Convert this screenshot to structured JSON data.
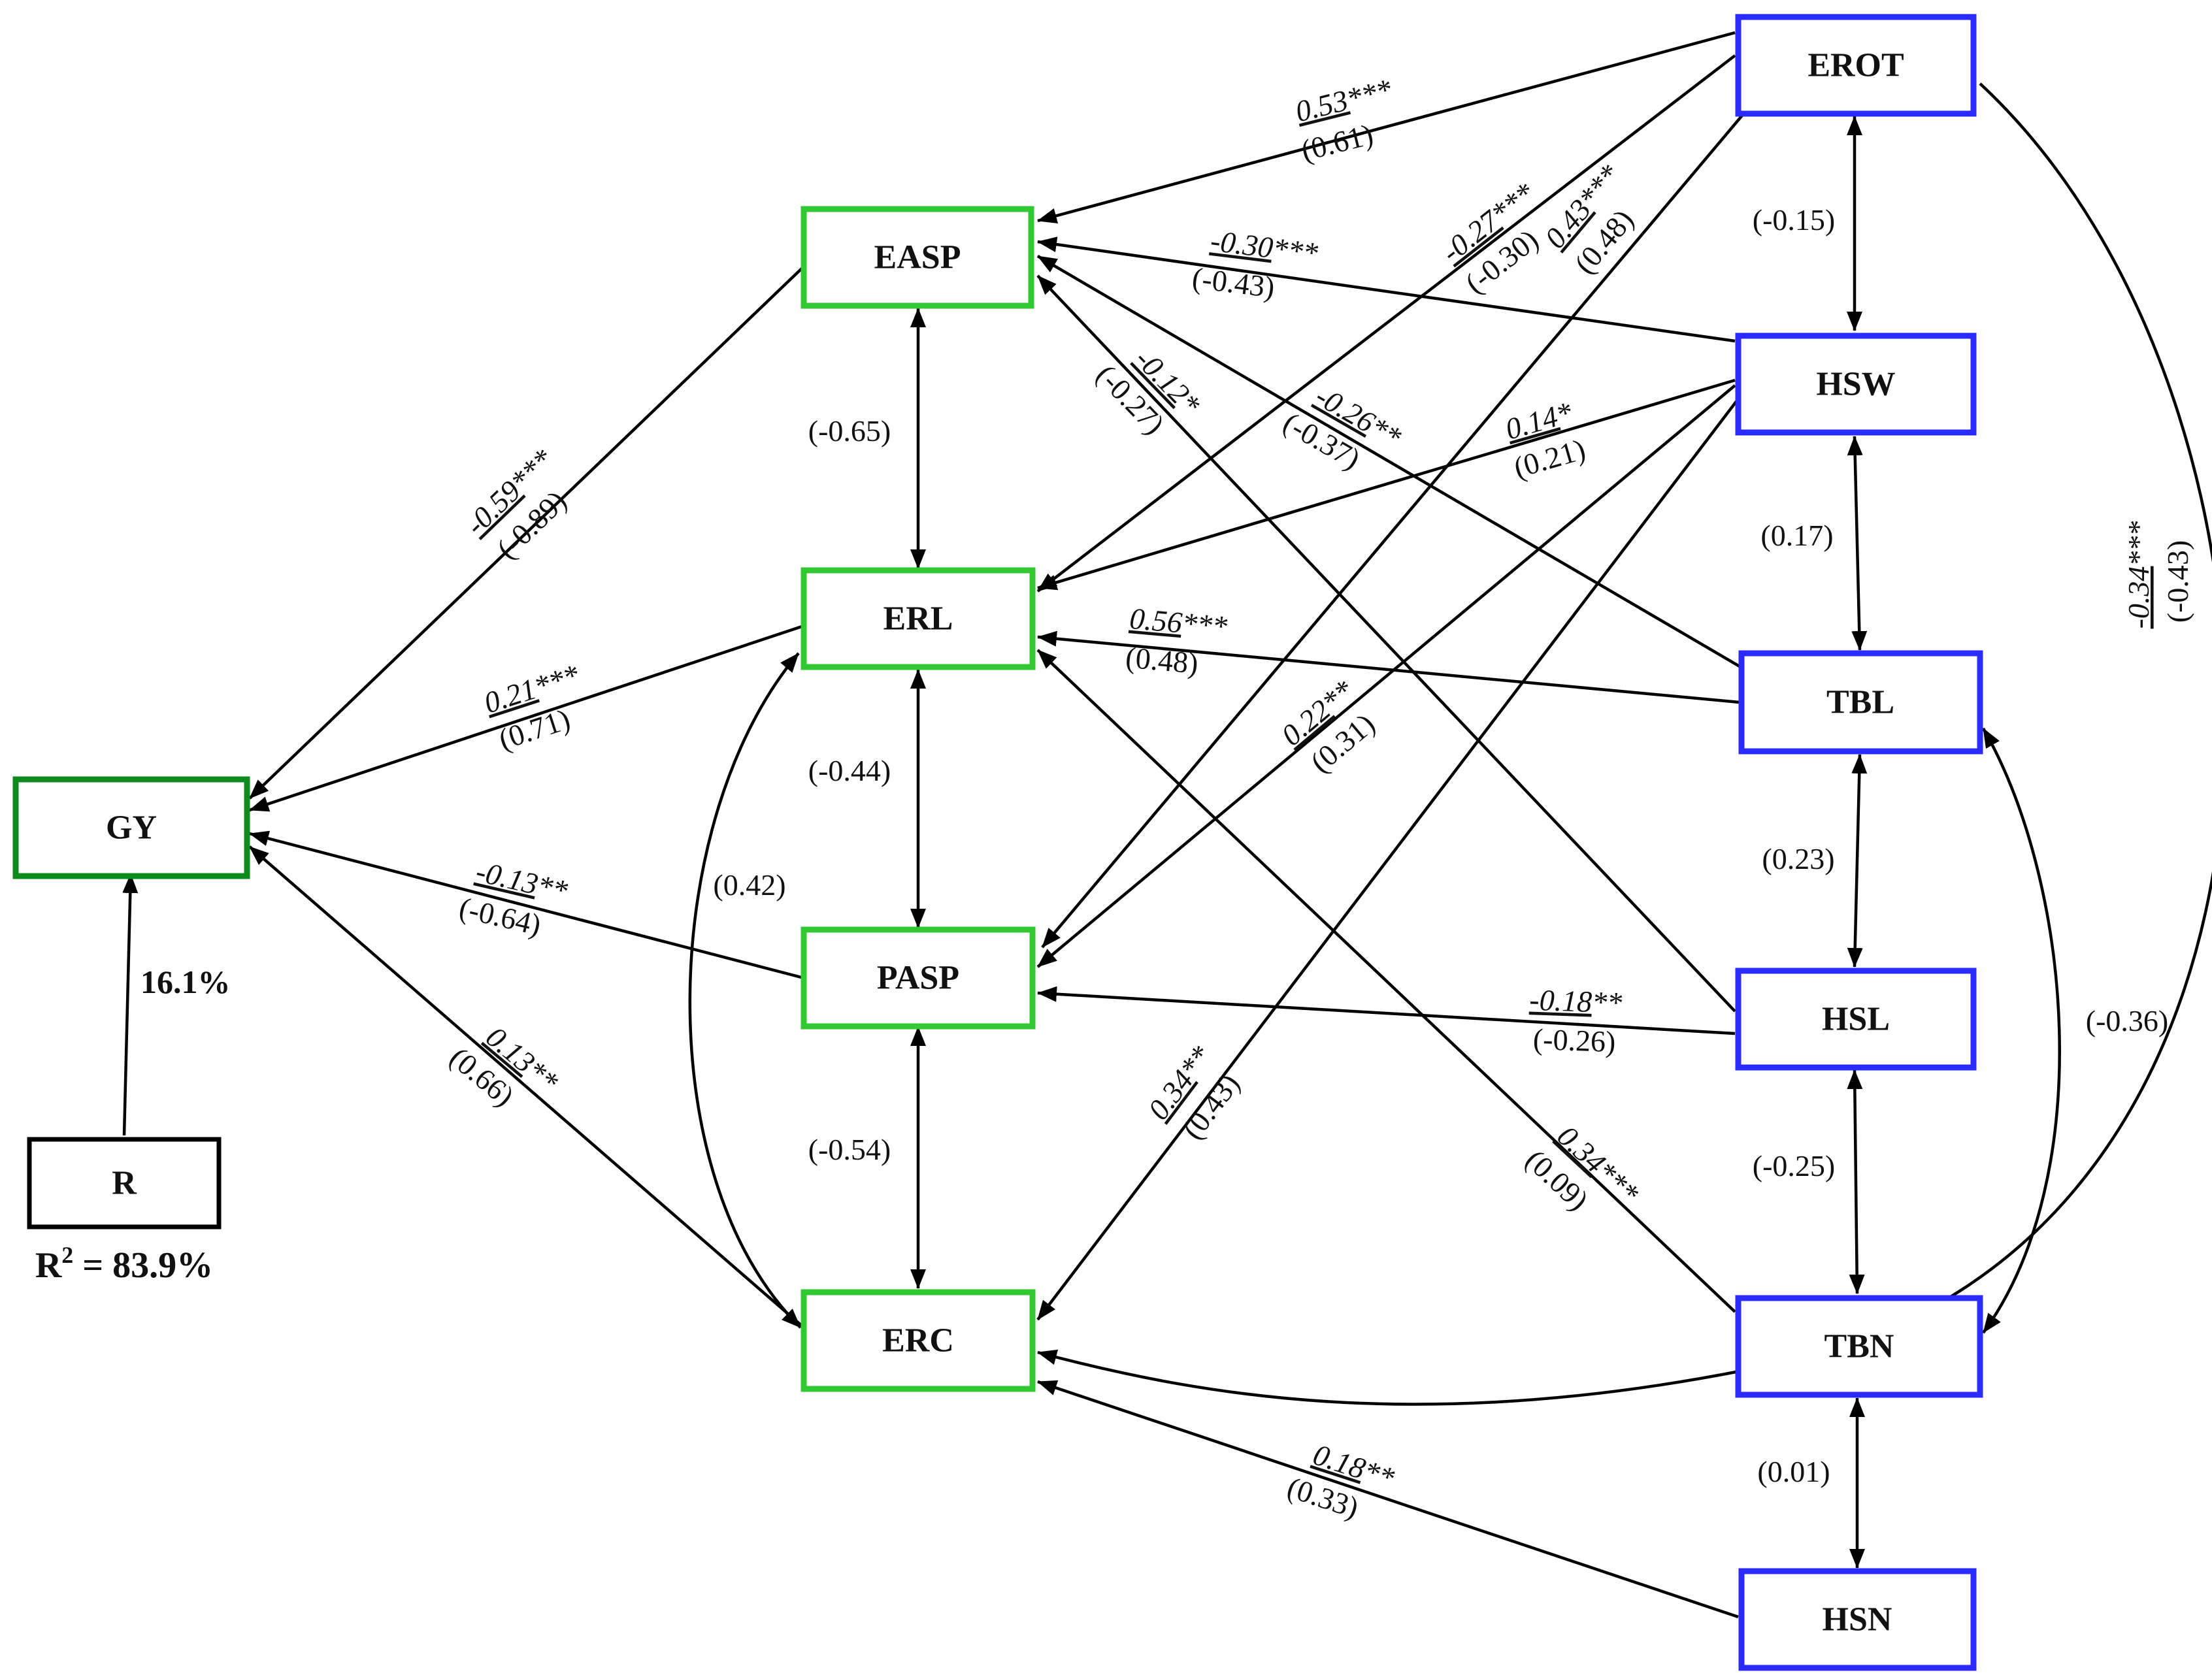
{
  "colors": {
    "gy": "#0f8a1c",
    "green": "#32c832",
    "blue": "#2b2bff",
    "black": "#000000"
  },
  "nodes": {
    "EROT": "EROT",
    "HSW": "HSW",
    "TBL": "TBL",
    "HSL": "HSL",
    "TBN": "TBN",
    "HSN": "HSN",
    "EASP": "EASP",
    "ERL": "ERL",
    "PASP": "PASP",
    "ERC": "ERC",
    "GY": "GY",
    "R": "R"
  },
  "r_to_gy": "16.1%",
  "r_squared": {
    "prefix": "R",
    "sup": "2",
    "suffix": " = 83.9%"
  },
  "paths": {
    "EROT_EASP": {
      "coef": "0.53",
      "sig": "***",
      "corr": "(0.61)"
    },
    "EROT_ERL": {
      "coef": "-0.27",
      "sig": "***",
      "corr": "(-0.30)"
    },
    "EROT_PASP": {
      "coef": "0.43",
      "sig": "***",
      "corr": "(0.48)"
    },
    "EROT_ERC": {
      "coef": "-0.34",
      "sig": "***",
      "corr": "(-0.43)"
    },
    "HSW_EASP": {
      "coef": "-0.30",
      "sig": "***",
      "corr": "(-0.43)"
    },
    "HSW_ERL": {
      "coef": "0.14",
      "sig": "*",
      "corr": "(0.21)"
    },
    "HSW_PASP": {
      "coef": "0.22",
      "sig": "**",
      "corr": "(0.31)"
    },
    "HSW_ERC": {
      "coef": "0.34",
      "sig": "**",
      "corr": "(0.43)"
    },
    "TBL_EASP": {
      "coef": "-0.26",
      "sig": "**",
      "corr": "(-0.37)"
    },
    "TBL_ERL": {
      "coef": "0.56",
      "sig": "***",
      "corr": "(0.48)"
    },
    "HSL_EASP": {
      "coef": "-0.12",
      "sig": "*",
      "corr": "(-0.27)"
    },
    "HSL_PASP": {
      "coef": "-0.18",
      "sig": "**",
      "corr": "(-0.26)"
    },
    "TBN_ERL": {
      "coef": "0.34",
      "sig": "***",
      "corr": "(0.09)"
    },
    "HSN_ERC": {
      "coef": "0.18",
      "sig": "**",
      "corr": "(0.33)"
    },
    "EASP_GY": {
      "coef": "-0.59",
      "sig": "***",
      "corr": "(-0.89)"
    },
    "ERL_GY": {
      "coef": "0.21",
      "sig": "***",
      "corr": "(0.71)"
    },
    "PASP_GY": {
      "coef": "-0.13",
      "sig": "**",
      "corr": "(-0.64)"
    },
    "ERC_GY": {
      "coef": "0.13",
      "sig": "**",
      "corr": "(0.66)"
    }
  },
  "correlations": {
    "EASP_ERL": "(-0.65)",
    "ERL_PASP": "(-0.44)",
    "PASP_ERC": "(-0.54)",
    "ERL_ERC": "(0.42)",
    "EROT_HSW": "(-0.15)",
    "HSW_TBL": "(0.17)",
    "TBL_HSL": "(0.23)",
    "HSL_TBN": "(-0.25)",
    "TBN_HSN": "(0.01)",
    "TBL_TBN": "(-0.36)"
  }
}
